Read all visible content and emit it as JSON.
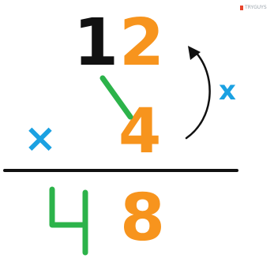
{
  "problem": {
    "multiplicand": {
      "tens": "1",
      "ones": "2"
    },
    "multiplier": "4",
    "operator": "×",
    "operator_label_right": "x",
    "result": {
      "tens": "4",
      "ones": "8"
    }
  },
  "watermark": {
    "text": "TRYGUYS"
  },
  "colors": {
    "black": "#111111",
    "orange": "#f7941d",
    "green": "#2cb34a",
    "blue": "#1ba1e2",
    "arrow": "#111111",
    "rule": "#111111"
  },
  "icons": {
    "cross_link": "diagonal-line-icon",
    "carry_arrow": "curved-arrow-icon"
  }
}
